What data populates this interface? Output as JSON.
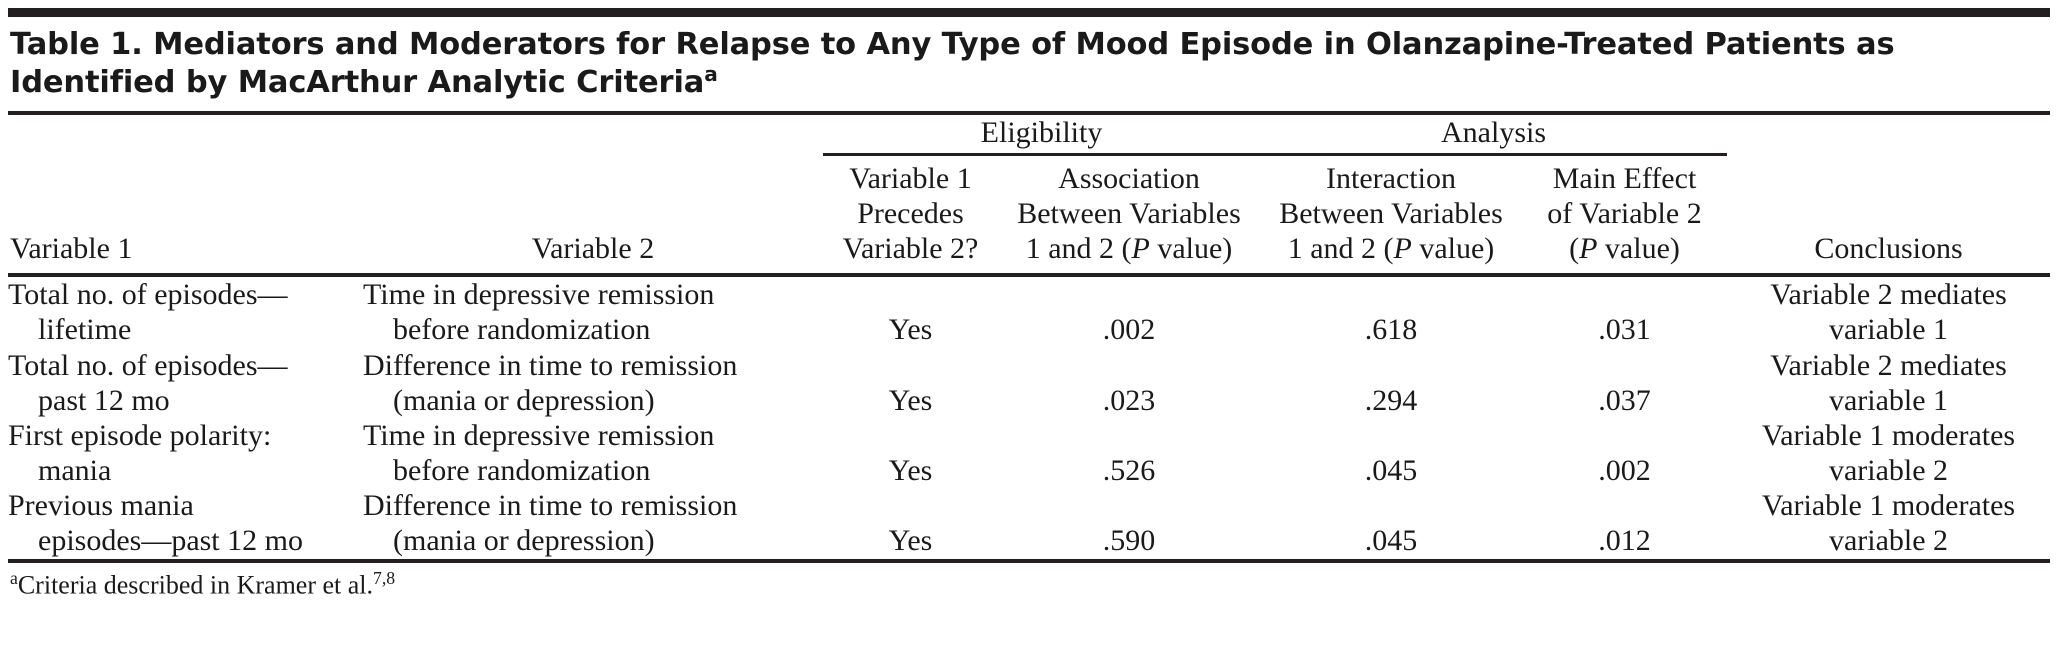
{
  "caption": {
    "text": "Table 1. Mediators and Moderators for Relapse to Any Type of Mood Episode in Olanzapine-Treated Patients as Identified by MacArthur Analytic Criteria",
    "footnote_marker": "a"
  },
  "groups": {
    "eligibility": "Eligibility",
    "analysis": "Analysis"
  },
  "columns": {
    "variable1": "Variable 1",
    "variable2": "Variable 2",
    "precedes": {
      "line1": "Variable 1",
      "line2": "Precedes",
      "line3": "Variable 2?"
    },
    "association": {
      "line1": "Association",
      "line2": "Between Variables",
      "line3_pre": "1 and 2 (",
      "line3_italic": "P",
      "line3_post": " value)"
    },
    "interaction": {
      "line1": "Interaction",
      "line2": "Between Variables",
      "line3_pre": "1 and 2 (",
      "line3_italic": "P",
      "line3_post": " value)"
    },
    "main_effect": {
      "line1": "Main Effect",
      "line2": "of Variable 2",
      "line3_pre": "(",
      "line3_italic": "P",
      "line3_post": " value)"
    },
    "conclusions": "Conclusions"
  },
  "rows": [
    {
      "variable1_line1": "Total no. of episodes—",
      "variable1_line2": "lifetime",
      "variable2_line1": "Time in depressive remission",
      "variable2_line2": "before randomization",
      "precedes": "Yes",
      "association": ".002",
      "interaction": ".618",
      "main_effect": ".031",
      "conclusion_line1": "Variable 2 mediates",
      "conclusion_line2": "variable 1"
    },
    {
      "variable1_line1": "Total no. of episodes—",
      "variable1_line2": "past 12 mo",
      "variable2_line1": "Difference in time to remission",
      "variable2_line2": "(mania or depression)",
      "precedes": "Yes",
      "association": ".023",
      "interaction": ".294",
      "main_effect": ".037",
      "conclusion_line1": "Variable 2 mediates",
      "conclusion_line2": "variable 1"
    },
    {
      "variable1_line1": "First episode polarity:",
      "variable1_line2": "mania",
      "variable2_line1": "Time in depressive remission",
      "variable2_line2": "before randomization",
      "precedes": "Yes",
      "association": ".526",
      "interaction": ".045",
      "main_effect": ".002",
      "conclusion_line1": "Variable 1 moderates",
      "conclusion_line2": "variable 2"
    },
    {
      "variable1_line1": "Previous mania",
      "variable1_line2": "episodes—past 12 mo",
      "variable2_line1": "Difference in time to remission",
      "variable2_line2": "(mania or depression)",
      "precedes": "Yes",
      "association": ".590",
      "interaction": ".045",
      "main_effect": ".012",
      "conclusion_line1": "Variable 1 moderates",
      "conclusion_line2": "variable 2"
    }
  ],
  "footnote": {
    "marker": "a",
    "text": "Criteria described in Kramer et al.",
    "refs": "7,8"
  },
  "colors": {
    "rule": "#231f20",
    "text": "#1a1a1a",
    "background": "#ffffff"
  }
}
